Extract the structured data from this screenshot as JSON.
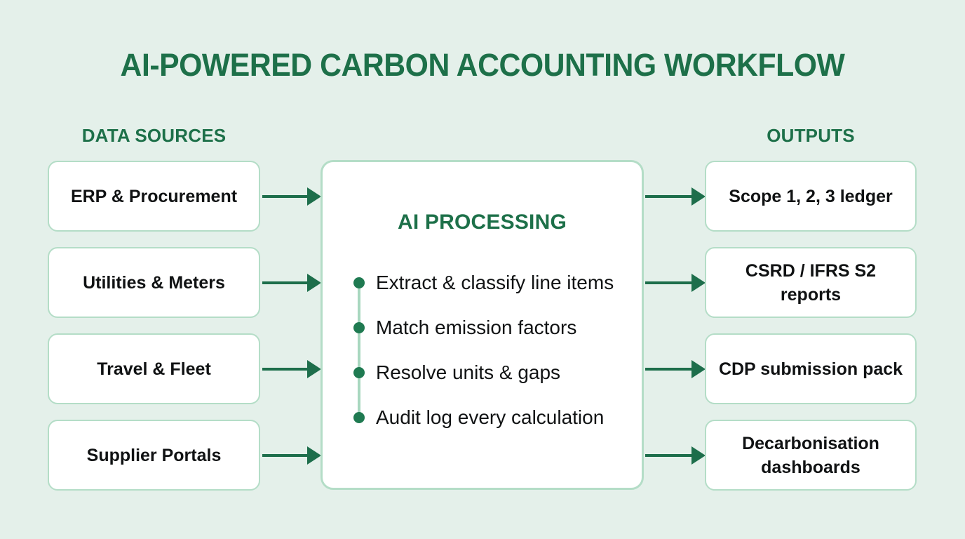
{
  "theme": {
    "background": "#e4f0ea",
    "accent_green": "#1d7049",
    "border_green": "#b4ddc7",
    "arrow_green": "#1d6e4b",
    "dot_green": "#1f7a51",
    "rail_green": "#a8d7bf",
    "box_fill": "#ffffff",
    "text_black": "#101213"
  },
  "title": "AI-POWERED CARBON ACCOUNTING WORKFLOW",
  "columns": {
    "sources_header": "DATA SOURCES",
    "outputs_header": "OUTPUTS"
  },
  "sources": [
    {
      "label": "ERP & Procurement"
    },
    {
      "label": "Utilities & Meters"
    },
    {
      "label": "Travel & Fleet"
    },
    {
      "label": "Supplier Portals"
    }
  ],
  "processing": {
    "heading": "AI PROCESSING",
    "steps": [
      {
        "label": "Extract & classify line items"
      },
      {
        "label": "Match emission factors"
      },
      {
        "label": "Resolve units & gaps"
      },
      {
        "label": "Audit log every calculation"
      }
    ]
  },
  "outputs": [
    {
      "label": "Scope 1, 2, 3 ledger"
    },
    {
      "label": "CSRD / IFRS S2 reports"
    },
    {
      "label": "CDP submission pack"
    },
    {
      "label": "Decarbonisation dashboards"
    }
  ],
  "arrows": {
    "input_count": 4,
    "output_count": 4,
    "direction": "left-to-right",
    "icon": "arrow-right-icon"
  }
}
